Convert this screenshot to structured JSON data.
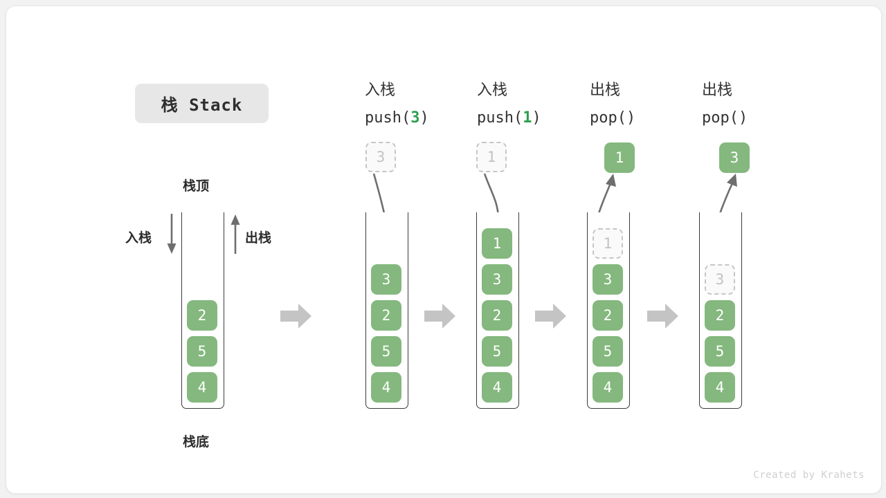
{
  "title": {
    "text": "栈 Stack"
  },
  "labels": {
    "top": "栈顶",
    "bottom": "栈底",
    "push": "入栈",
    "pop": "出栈"
  },
  "watermark": "Created by Krahets",
  "colors": {
    "cell_fill": "#84b87e",
    "cell_text": "#ffffff",
    "ghost_fill": "#fafafa",
    "ghost_border": "#c6c6c6",
    "ghost_text": "#c2c2c2",
    "accent_green": "#2e9e4f",
    "tube_stroke": "#3a3a3a",
    "block_arrow": "#c4c4c4",
    "curve_arrow": "#6e6e6e",
    "badge_bg": "#e7e7e7"
  },
  "columns": [
    {
      "id": "initial",
      "head_cjk": "",
      "head_code": "",
      "cells": [
        {
          "value": "2",
          "state": "solid"
        },
        {
          "value": "5",
          "state": "solid"
        },
        {
          "value": "4",
          "state": "solid"
        }
      ],
      "floating": null
    },
    {
      "id": "push-3",
      "head_cjk": "入栈",
      "head_code_pre": "push(",
      "head_code_num": "3",
      "head_code_post": ")",
      "cells": [
        {
          "value": "3",
          "state": "solid"
        },
        {
          "value": "2",
          "state": "solid"
        },
        {
          "value": "5",
          "state": "solid"
        },
        {
          "value": "4",
          "state": "solid"
        }
      ],
      "floating": {
        "value": "3",
        "state": "ghost"
      }
    },
    {
      "id": "push-1",
      "head_cjk": "入栈",
      "head_code_pre": "push(",
      "head_code_num": "1",
      "head_code_post": ")",
      "cells": [
        {
          "value": "1",
          "state": "solid"
        },
        {
          "value": "3",
          "state": "solid"
        },
        {
          "value": "2",
          "state": "solid"
        },
        {
          "value": "5",
          "state": "solid"
        },
        {
          "value": "4",
          "state": "solid"
        }
      ],
      "floating": {
        "value": "1",
        "state": "ghost"
      }
    },
    {
      "id": "pop-1",
      "head_cjk": "出栈",
      "head_code_pre": "pop(",
      "head_code_num": "",
      "head_code_post": ")",
      "cells": [
        {
          "value": "1",
          "state": "ghost"
        },
        {
          "value": "3",
          "state": "solid"
        },
        {
          "value": "2",
          "state": "solid"
        },
        {
          "value": "5",
          "state": "solid"
        },
        {
          "value": "4",
          "state": "solid"
        }
      ],
      "floating": {
        "value": "1",
        "state": "solid"
      }
    },
    {
      "id": "pop-2",
      "head_cjk": "出栈",
      "head_code_pre": "pop(",
      "head_code_num": "",
      "head_code_post": ")",
      "cells": [
        {
          "value": "3",
          "state": "ghost"
        },
        {
          "value": "2",
          "state": "solid"
        },
        {
          "value": "5",
          "state": "solid"
        },
        {
          "value": "4",
          "state": "solid"
        }
      ],
      "floating": {
        "value": "3",
        "state": "solid"
      }
    }
  ]
}
